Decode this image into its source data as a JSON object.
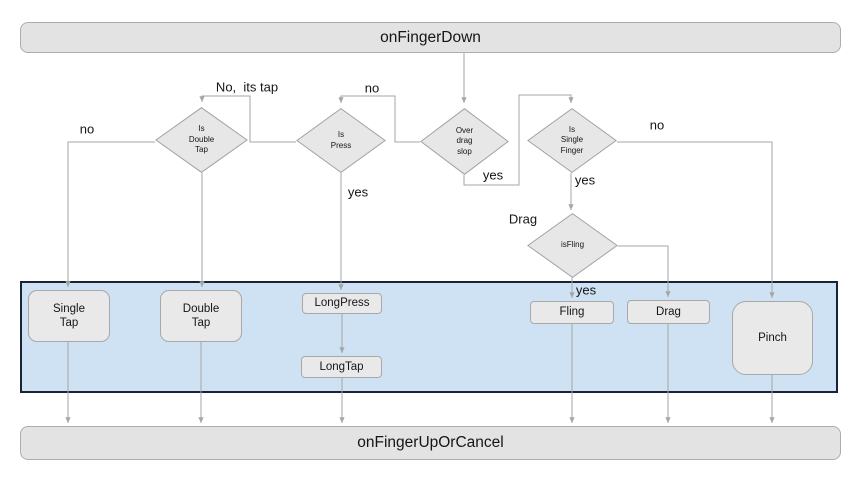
{
  "diagram_title": "touch gesture recognition flowchart",
  "colors": {
    "band-fill": "#cfe2f3",
    "band-border": "#182338",
    "node-fill": "#e7e7e7",
    "node-border": "#a2a2a2",
    "bar-fill": "#e3e3e3",
    "bar-border": "#adadad",
    "box-fill": "#e9e9e9",
    "box-border": "#a8a8a8",
    "line": "#a6a6a6",
    "text": "#151515"
  },
  "terminals": {
    "top": "onFingerDown",
    "bottom": "onFingerUpOrCancel"
  },
  "decisions": {
    "double_tap": "Is\nDouble\nTap",
    "press": "Is\nPress",
    "drag_slop": "Over\ndrag\nslop",
    "single_finger": "Is\nSingle\nFinger",
    "fling": "isFling"
  },
  "outcomes": {
    "single_tap": "Single\nTap",
    "double_tap": "Double\nTap",
    "long_press": "LongPress",
    "long_tap": "LongTap",
    "fling": "Fling",
    "drag": "Drag",
    "pinch": "Pinch"
  },
  "edge_labels": {
    "double_tap_no": "no",
    "press_no": "No,  its tap",
    "drag_slop_no": "no",
    "press_yes": "yes",
    "drag_slop_yes": "yes",
    "single_finger_yes": "yes",
    "single_finger_no": "no",
    "drag_hint": "Drag",
    "fling_yes": "yes"
  }
}
